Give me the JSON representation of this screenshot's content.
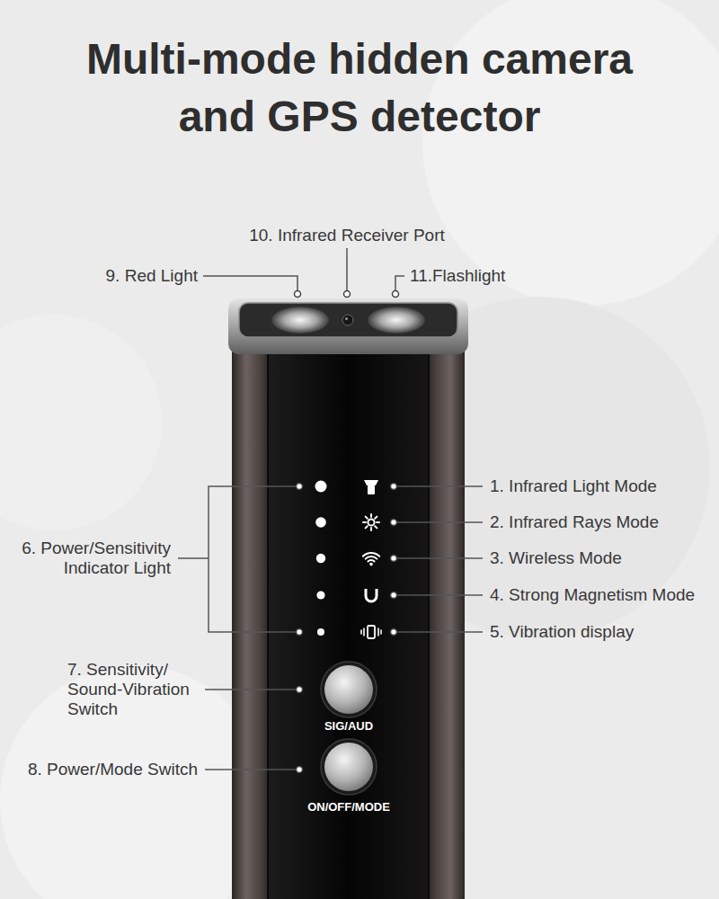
{
  "diagram": {
    "title": "Multi-mode hidden camera and GPS detector",
    "labels": [
      "10. Infrared Receiver Port",
      "9. Red Light",
      "11.Flashlight",
      "1. Infrared Light Mode",
      "6. Power/Sensitivity Indicator Light",
      "2. Infrared Rays Mode",
      "3. Wireless Mode",
      "4. Strong Magnetism Mode",
      "5. Vibration display",
      "7. Sensitivity/ Sound-Vibration Switch",
      "SIG/AUD",
      "8. Power/Mode Switch",
      "ON/OFF/MODE"
    ]
  }
}
